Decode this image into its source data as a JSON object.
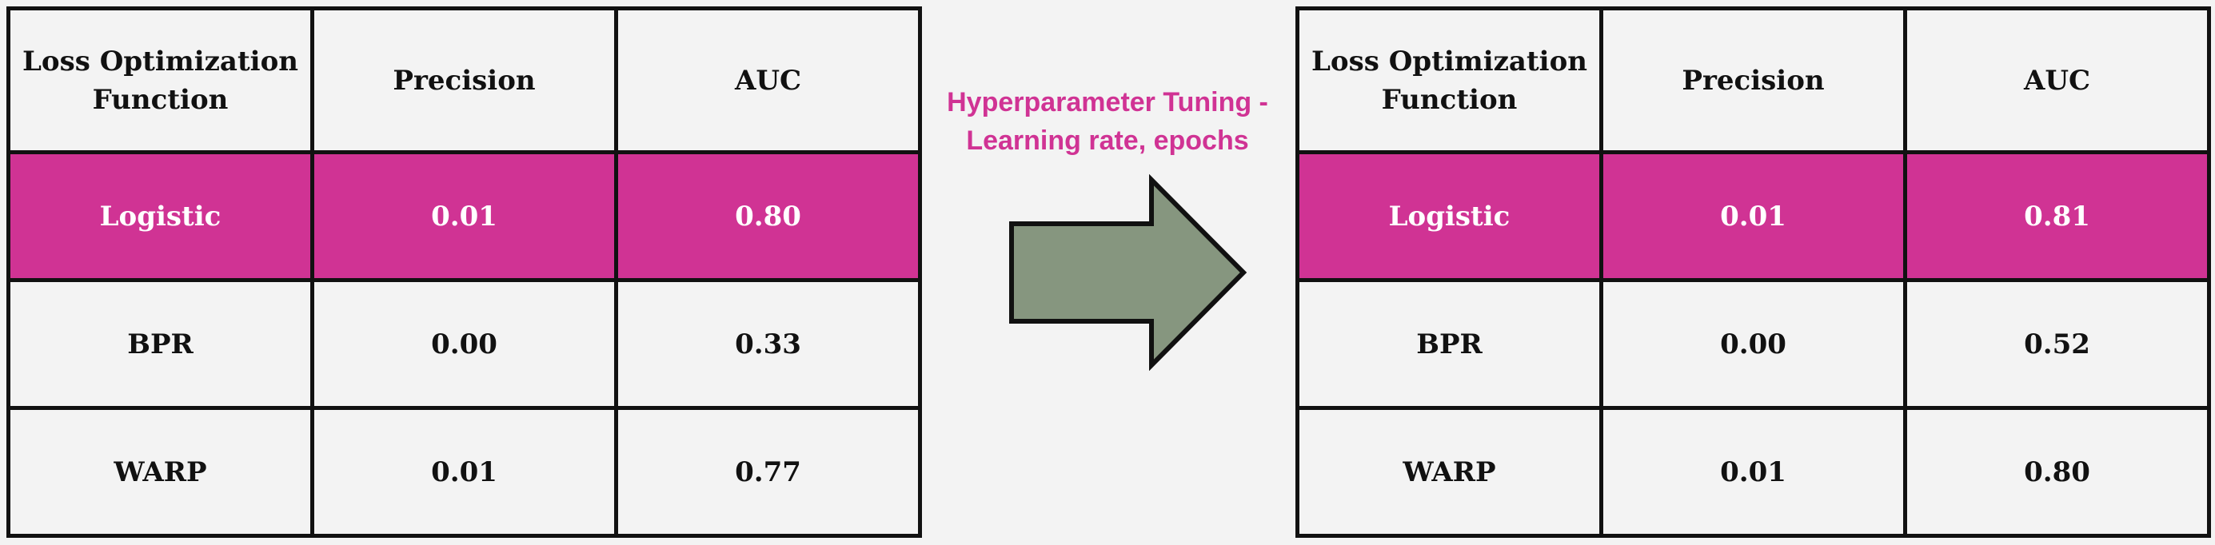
{
  "left_table": {
    "headers": [
      "Loss Optimization Function",
      "Precision",
      "AUC"
    ],
    "rows": [
      [
        "Logistic",
        "0.01",
        "0.80"
      ],
      [
        "BPR",
        "0.00",
        "0.33"
      ],
      [
        "WARP",
        "0.01",
        "0.77"
      ]
    ]
  },
  "transition": {
    "label": "Hyperparameter Tuning - Learning rate, epochs",
    "arrow_icon": "right-arrow-icon",
    "arrow_color": "#86967f"
  },
  "right_table": {
    "headers": [
      "Loss Optimization Function",
      "Precision",
      "AUC"
    ],
    "rows": [
      [
        "Logistic",
        "0.01",
        "0.81"
      ],
      [
        "BPR",
        "0.00",
        "0.52"
      ],
      [
        "WARP",
        "0.01",
        "0.80"
      ]
    ]
  },
  "colors": {
    "highlight_row": "#d03394",
    "background": "#f3f3f3",
    "border": "#111111"
  }
}
